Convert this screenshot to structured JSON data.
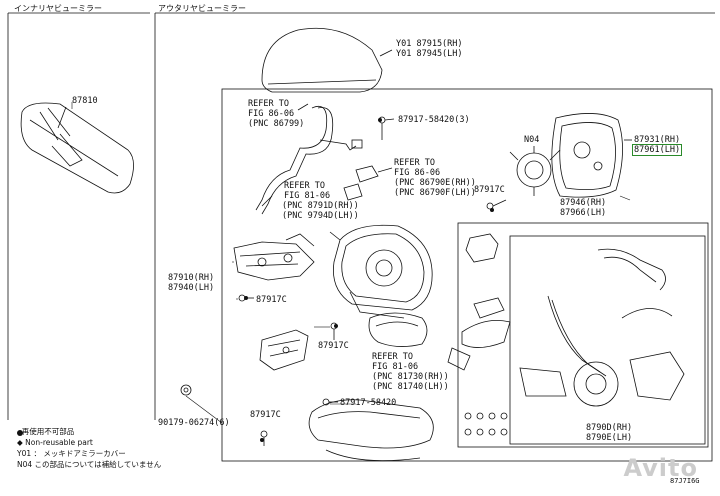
{
  "headers": {
    "interior": "インナリヤビューミラー",
    "exterior": "アウタリヤビューミラー"
  },
  "labels": {
    "p87810": "87810",
    "cover_rh": "Y01 87915(RH)",
    "cover_lh": "Y01 87945(LH)",
    "refer1_a": "REFER TO",
    "refer1_b": "FIG 86-06",
    "refer1_c": "(PNC 86799)",
    "p87917_58420_3": "87917-58420(3)",
    "refer2_a": "REFER TO",
    "refer2_b": "FIG 86-06",
    "refer2_c": "(PNC 86790E(RH))",
    "refer2_d": "(PNC 86790F(LH))",
    "refer3_a": "REFER TO",
    "refer3_b": "FIG 81-06",
    "refer3_c": "(PNC 8791D(RH))",
    "refer3_d": "(PNC 9794D(LH))",
    "n04": "N04",
    "glass_rh": "87931(RH)",
    "glass_lh": "87961(LH)",
    "p87917c_a": "87917C",
    "p87946": "87946(RH)",
    "p87966": "87966(LH)",
    "p87910": "87910(RH)",
    "p87940": "87940(LH)",
    "p87917c_b": "87917C",
    "p87917c_c": "87917C",
    "refer4_a": "REFER TO",
    "refer4_b": "FIG 81-06",
    "refer4_c": "(PNC 81730(RH))",
    "refer4_d": "(PNC 81740(LH))",
    "p90179": "90179-06274(6)",
    "p87917c_d": "87917C",
    "p87917_58420": "87917-58420",
    "p8790d": "8790D(RH)",
    "p8790e": "8790E(LH)",
    "fig_code": "87J7I6G"
  },
  "legend": {
    "reuse": "再使用不可部品",
    "nonreuse": "Non-reusable part",
    "y01": "Y01 ： メッキドアミラーカバー",
    "n04": "N04 この部品については補給していません"
  },
  "watermark": "Avito",
  "colors": {
    "ink": "#111111",
    "highlight": "#2a8a2a"
  }
}
